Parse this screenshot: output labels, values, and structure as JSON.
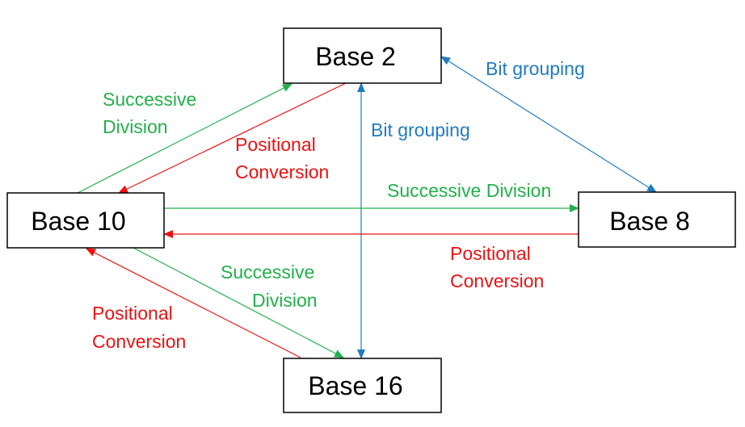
{
  "colors": {
    "division": "#22b04b",
    "positional": "#ee1111",
    "grouping": "#1f7bc1",
    "box_border": "#000000"
  },
  "nodes": {
    "base2": "Base 2",
    "base10": "Base 10",
    "base8": "Base 8",
    "base16": "Base 16"
  },
  "labels": {
    "b10_b2_division": [
      "Successive",
      "Division"
    ],
    "b2_b10_positional": [
      "Positional",
      "Conversion"
    ],
    "b2_b8_grouping": "Bit grouping",
    "b2_b16_grouping": "Bit grouping",
    "b10_b8_division": "Successive Division",
    "b8_b10_positional": [
      "Positional",
      "Conversion"
    ],
    "b10_b16_division": [
      "Successive",
      "Division"
    ],
    "b16_b10_positional": [
      "Positional",
      "Conversion"
    ]
  }
}
